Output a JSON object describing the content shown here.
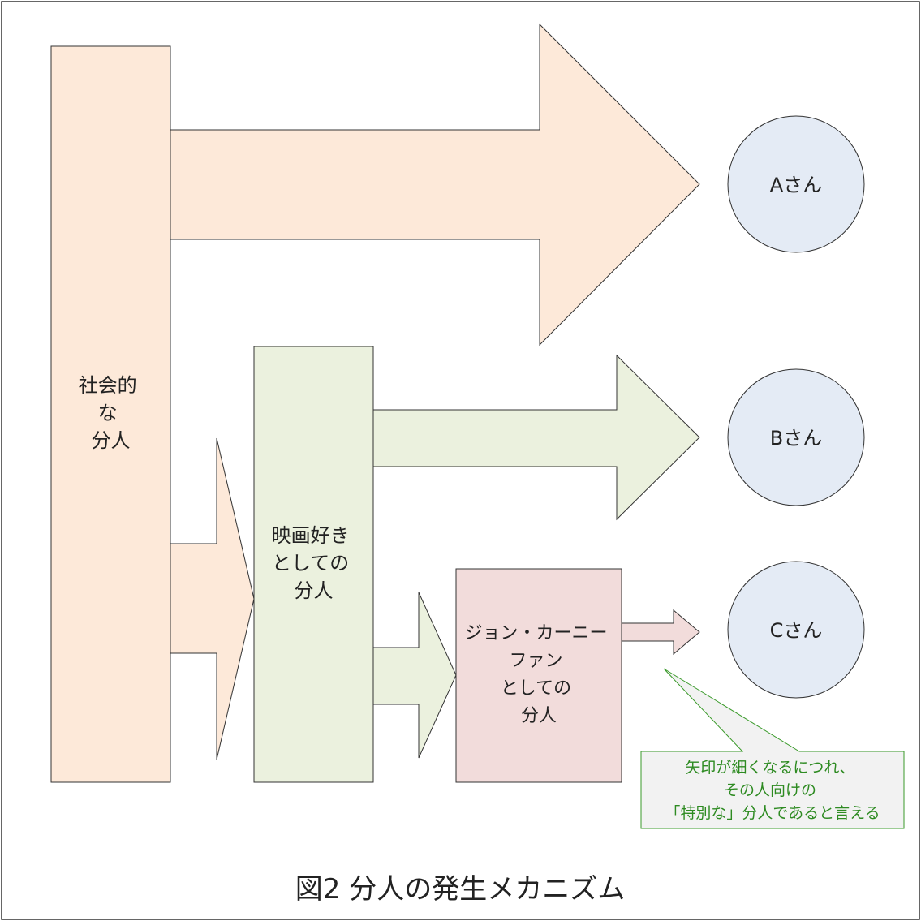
{
  "colors": {
    "border": "#333333",
    "social_fill": "#fde9d9",
    "movie_fill": "#ebf1de",
    "john_fill": "#f2dcdb",
    "circle_fill": "#e4ebf5",
    "callout_fill": "#f2f2f2",
    "callout_text": "#2e8b22",
    "callout_border": "#3a9a2a"
  },
  "nodes": {
    "social": {
      "lines": [
        "社会的",
        "な",
        "分人"
      ]
    },
    "movie": {
      "lines": [
        "映画好き",
        "としての",
        "分人"
      ]
    },
    "john": {
      "lines": [
        "ジョン・カーニー",
        "ファン",
        "としての",
        "分人"
      ]
    }
  },
  "persons": {
    "a": "Aさん",
    "b": "Bさん",
    "c": "Cさん"
  },
  "callout": {
    "lines": [
      "矢印が細くなるにつれ、",
      "その人向けの",
      "「特別な」分人であると言える"
    ]
  },
  "caption": "図2 分人の発生メカニズム"
}
